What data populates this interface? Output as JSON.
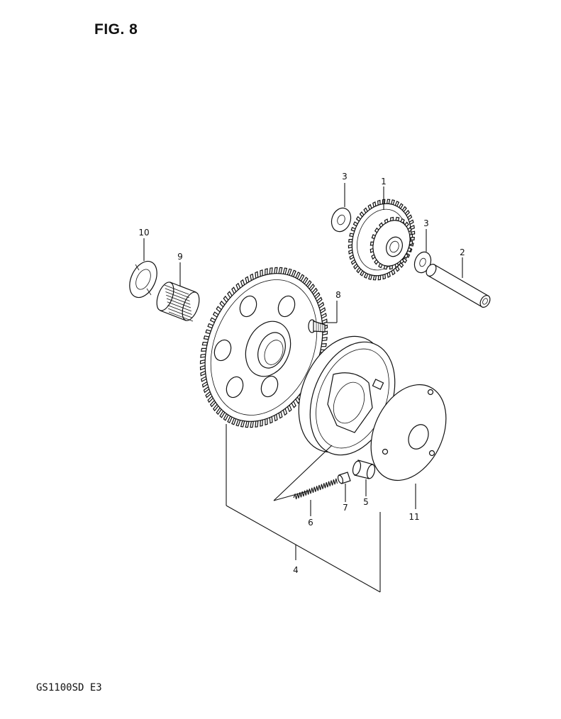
{
  "figure": {
    "title": "FIG. 8",
    "model_code": "GS1100SD  E3"
  },
  "callouts": {
    "c1": "1",
    "c2": "2",
    "c3a": "3",
    "c3b": "3",
    "c4": "4",
    "c5": "5",
    "c6": "6",
    "c7": "7",
    "c8": "8",
    "c9": "9",
    "c10": "10",
    "c11": "11"
  }
}
